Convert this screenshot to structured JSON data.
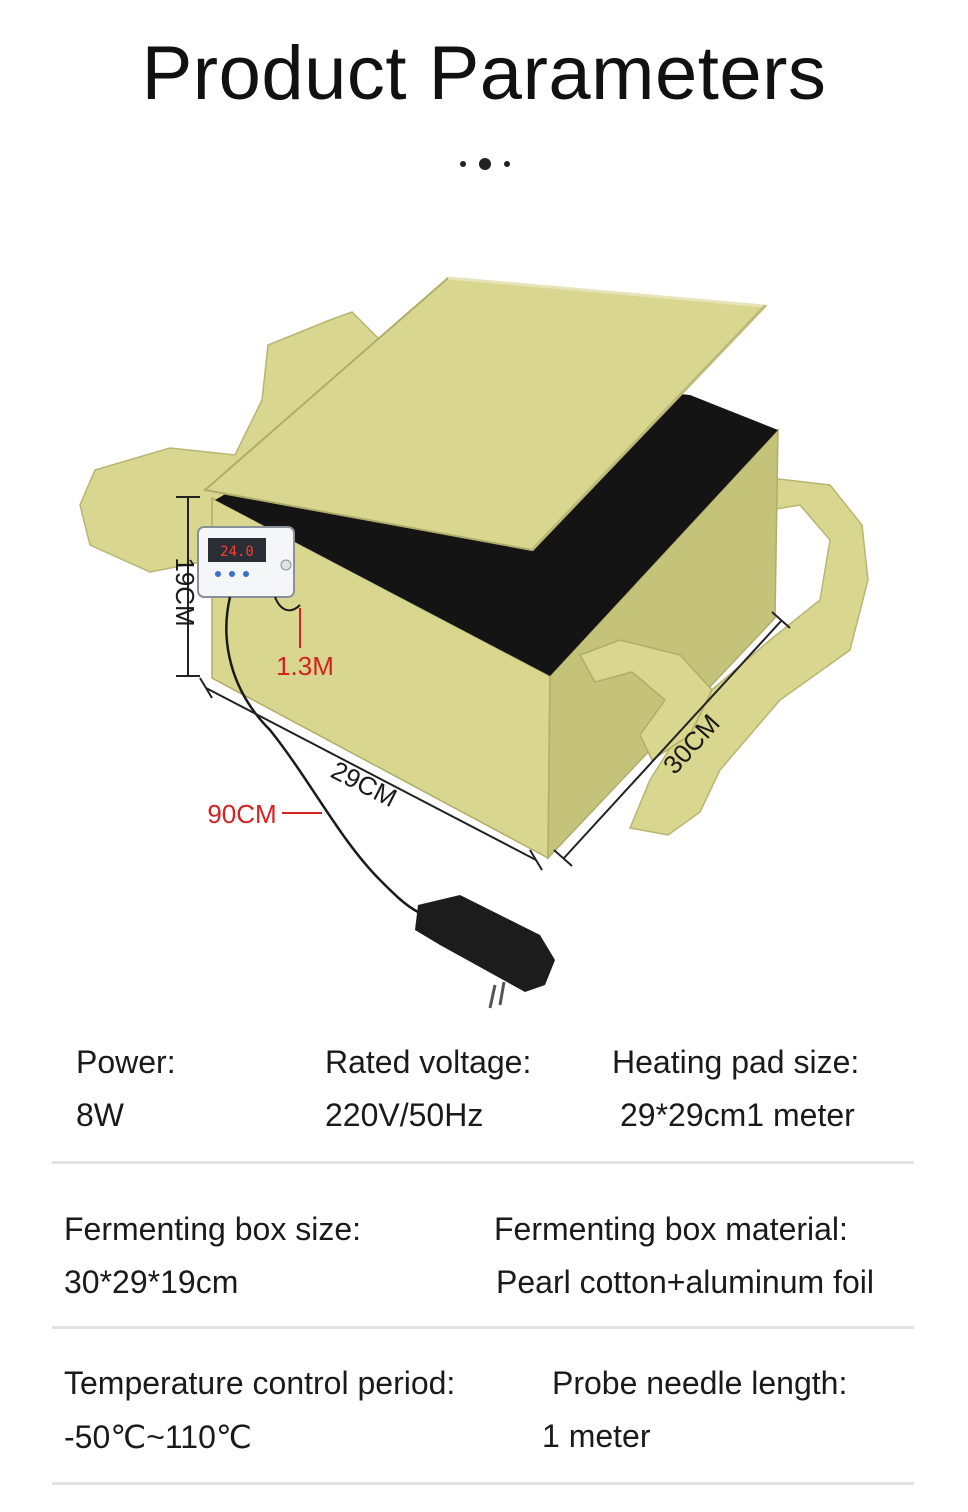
{
  "title": "Product Parameters",
  "diagram": {
    "labels": {
      "height": "19CM",
      "lead": "1.3M",
      "width": "29CM",
      "depth": "30CM",
      "cable": "90CM",
      "display_reading": "24.0"
    },
    "colors": {
      "box": "#d9d78f",
      "box_dark": "#c5c27a",
      "interior": "#141414",
      "annotation_red": "#d42121",
      "dimension_line": "#222222",
      "adapter": "#1c1c1c"
    }
  },
  "params": {
    "power": {
      "label": "Power:",
      "value": "8W"
    },
    "rated_voltage": {
      "label": "Rated voltage:",
      "value": "220V/50Hz"
    },
    "heating_pad_size": {
      "label": "Heating pad size:",
      "value": "29*29cm1 meter"
    },
    "box_size": {
      "label": "Fermenting box size:",
      "value": "30*29*19cm"
    },
    "box_material": {
      "label": "Fermenting box material:",
      "value": "Pearl cotton+aluminum foil"
    },
    "temp_period": {
      "label": "Temperature control period:",
      "value": "-50℃~110℃"
    },
    "probe_length": {
      "label": "Probe needle length:",
      "value": "1 meter"
    }
  }
}
